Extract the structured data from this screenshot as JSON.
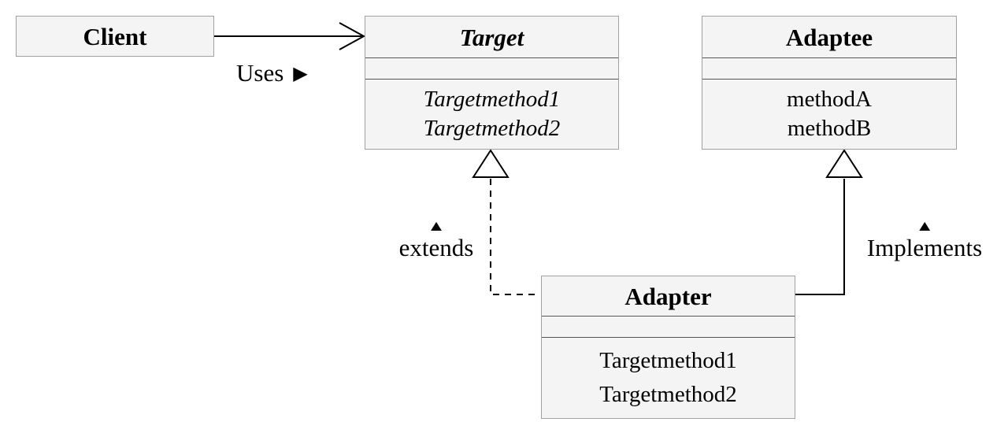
{
  "classes": {
    "client": {
      "name": "Client"
    },
    "target": {
      "name": "Target",
      "methods": [
        "Targetmethod1",
        "Targetmethod2"
      ]
    },
    "adaptee": {
      "name": "Adaptee",
      "methods": [
        "methodA",
        "methodB"
      ]
    },
    "adapter": {
      "name": "Adapter",
      "methods": [
        "Targetmethod1",
        "Targetmethod2"
      ]
    }
  },
  "relations": {
    "uses": {
      "label": "Uses",
      "glyph": "▶"
    },
    "extends": {
      "label": "extends",
      "glyph": "▲"
    },
    "implements": {
      "label": "Implements",
      "glyph": "▲"
    }
  },
  "colors": {
    "box_fill": "#f4f4f4",
    "box_border": "#a0a0a0",
    "separator": "#555555",
    "line": "#000000",
    "triangle_fill": "#ffffff"
  }
}
